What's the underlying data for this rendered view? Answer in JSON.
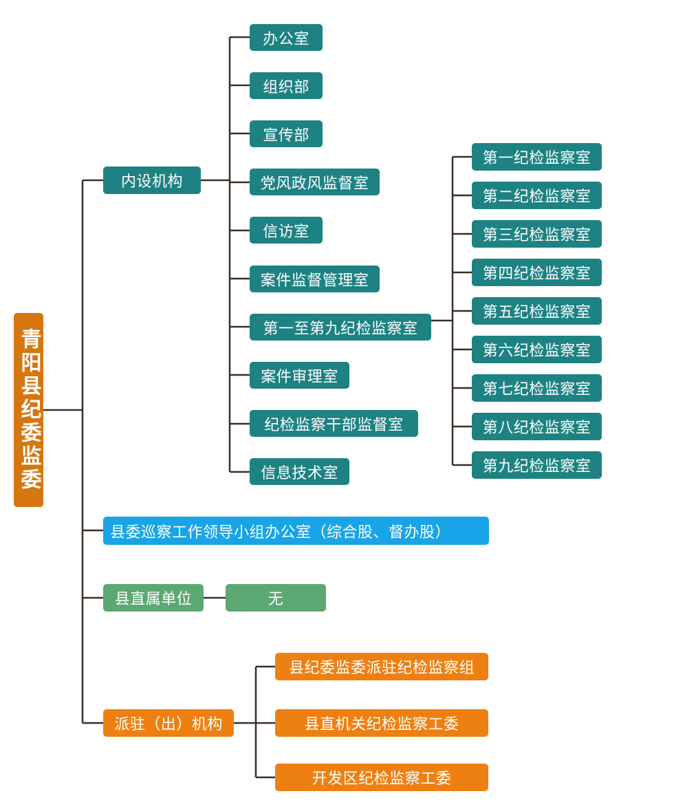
{
  "root": {
    "label": "青阳县纪委监委"
  },
  "branches": {
    "internal": {
      "label": "内设机构",
      "children": [
        "办公室",
        "组织部",
        "宣传部",
        "党风政风监督室",
        "信访室",
        "案件监督管理室",
        "第一至第九纪检监察室",
        "案件审理室",
        "纪检监察干部监督室",
        "信息技术室"
      ],
      "sub_rooms": [
        "第一纪检监察室",
        "第二纪检监察室",
        "第三纪检监察室",
        "第四纪检监察室",
        "第五纪检监察室",
        "第六纪检监察室",
        "第七纪检监察室",
        "第八纪检监察室",
        "第九纪检监察室"
      ]
    },
    "inspection": {
      "label": "县委巡察工作领导小组办公室（综合股、督办股）"
    },
    "direct": {
      "label": "县直属单位",
      "child": "无"
    },
    "dispatched": {
      "label": "派驻（出）机构",
      "children": [
        "县纪委监委派驻纪检监察组",
        "县直机关纪检监察工委",
        "开发区纪检监察工委"
      ]
    }
  },
  "colors": {
    "teal": "#1e8283",
    "blue": "#18a4e6",
    "green": "#5ca872",
    "orange": "#ee8012",
    "root": "#d6760f",
    "line": "#3a2e26"
  }
}
